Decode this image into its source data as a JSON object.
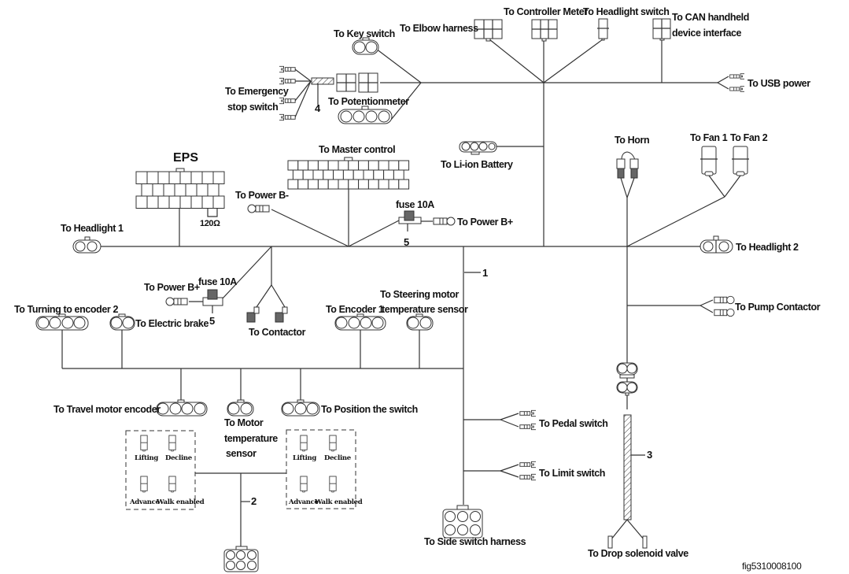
{
  "figure_id": "fig5310008100",
  "callouts": {
    "c1": "1",
    "c2": "2",
    "c3": "3",
    "c4": "4",
    "c5a": "5",
    "c5b": "5"
  },
  "labels": {
    "key_switch": "To Key switch",
    "elbow_harness": "To Elbow harness",
    "controller_meter": "To Controller Meter",
    "headlight_switch": "To Headlight switch",
    "can_line1": "To CAN handheld",
    "can_line2": "device interface",
    "usb_power": "To USB power",
    "emergency_line1": "To Emergency",
    "emergency_line2": "stop switch",
    "potentiometer": "To Potentionmeter",
    "li_ion_battery": "To Li-ion  Battery",
    "eps": "EPS",
    "resistor": "120Ω",
    "master_control": "To Master control",
    "power_b_minus": "To Power B-",
    "fuse_top": "fuse 10A",
    "power_b_plus_right": "To Power B+",
    "horn": "To Horn",
    "fan1": "To Fan 1",
    "fan2": "To Fan 2",
    "headlight1": "To Headlight 1",
    "headlight2": "To Headlight 2",
    "power_b_plus_left": "To Power B+",
    "fuse_left": "fuse 10A",
    "contactor": "To Contactor",
    "turning_encoder2": "To Turning to encoder 2",
    "electric_brake": "To Electric brake",
    "encoder1": "To Encoder 1",
    "steering_line1": "To Steering motor",
    "steering_line2": "temperature sensor",
    "pump_contactor": "To Pump  Contactor",
    "travel_encoder": "To Travel motor encoder",
    "motor_temp_line1": "To Motor",
    "motor_temp_line2": "temperature",
    "motor_temp_line3": "sensor",
    "position_switch": "To Position the switch",
    "pedal_switch": "To Pedal switch",
    "limit_switch": "To Limit switch",
    "side_switch": "To Side switch harness",
    "drop_valve": "To Drop solenoid valve"
  },
  "switch_panels": [
    {
      "lifting": "Lifting",
      "decline": "Decline",
      "advance": "Advance",
      "walk": "Walk enabled"
    },
    {
      "lifting": "Lifting",
      "decline": "Decline",
      "advance": "Advance",
      "walk": "Walk enabled"
    }
  ]
}
